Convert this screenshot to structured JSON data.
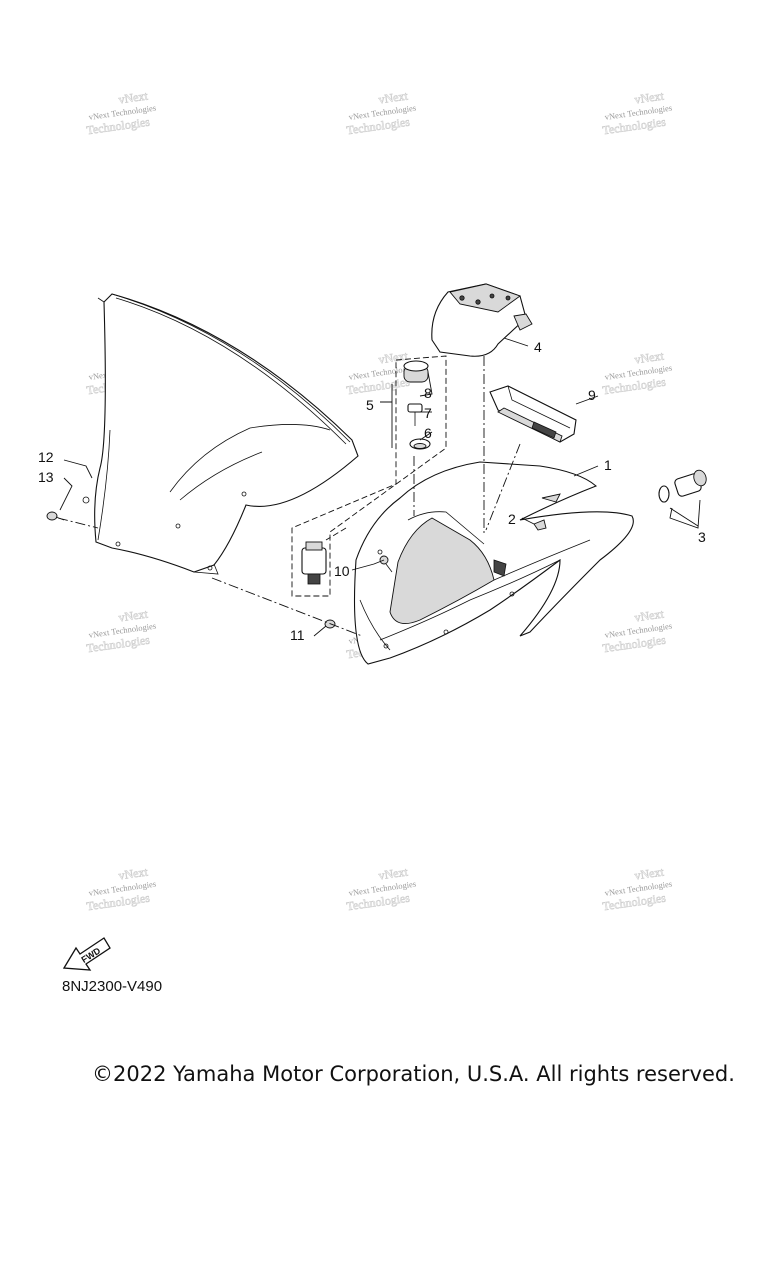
{
  "watermark": {
    "line1": "vNext",
    "line2": "Technologies",
    "text": "vNext Technologies"
  },
  "callouts": [
    "1",
    "2",
    "3",
    "4",
    "5",
    "6",
    "7",
    "8",
    "9",
    "10",
    "11",
    "12",
    "13"
  ],
  "fwd_label": "FWD",
  "diagram_code": "8NJ2300-V490",
  "copyright": "©2022 Yamaha Motor Corporation, U.S.A. All rights reserved."
}
